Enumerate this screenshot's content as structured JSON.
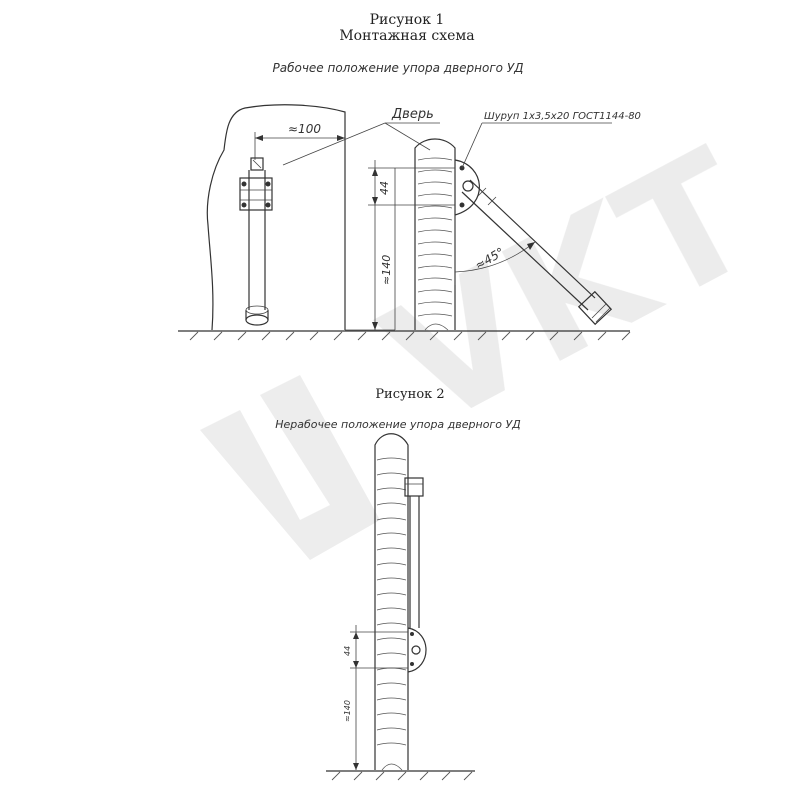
{
  "figure1": {
    "title": "Рисунок 1",
    "subtitle": "Монтажная схема",
    "caption": "Рабочее положение упора дверного УД",
    "label_door": "Дверь",
    "label_screw": "Шуруп 1х3,5х20 ГОСТ1144-80",
    "dim_100": "≈100",
    "dim_44": "44",
    "dim_140": "≈140",
    "angle": "≈45°"
  },
  "figure2": {
    "title": "Рисунок 2",
    "caption": "Нерабочее положение упора дверного УД",
    "dim_44": "44",
    "dim_140": "≈140"
  },
  "watermark": {
    "text": "VKT",
    "color": "#d9d9d9"
  }
}
